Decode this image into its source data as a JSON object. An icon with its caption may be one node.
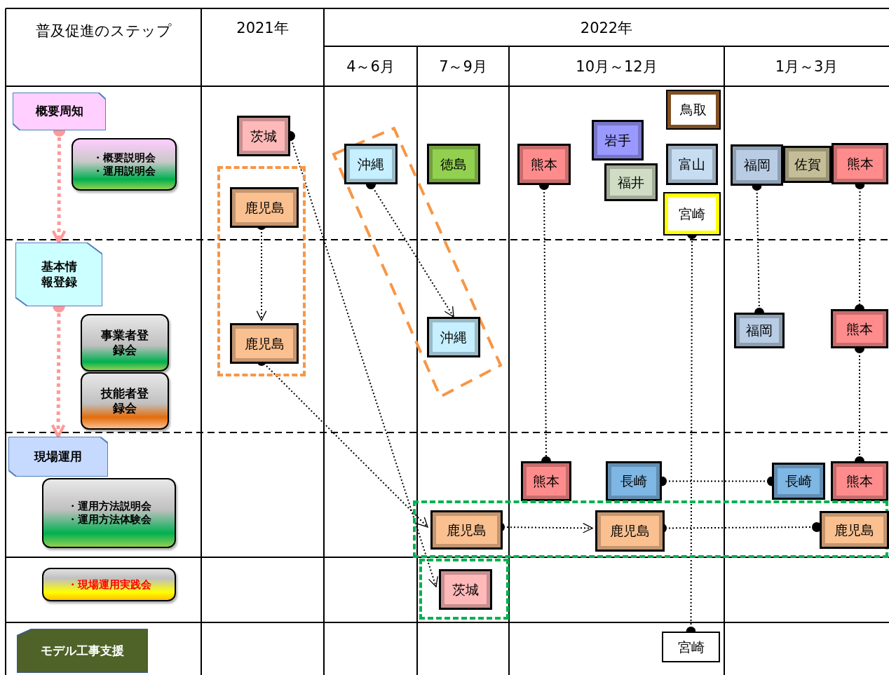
{
  "diagram": {
    "nodes": [
      {
        "text": [
          "概要周知"
        ]
      },
      {
        "text": [
          "・概要説明会",
          "・運用説明会"
        ]
      },
      {
        "text": [
          "基本情報登録"
        ]
      },
      {
        "text": [
          "事業者登録会"
        ]
      },
      {
        "text": [
          "技能者登録会"
        ]
      },
      {
        "text": [
          "現場運用"
        ]
      },
      {
        "text": [
          "・運用方法説明会",
          "・運用方法体験会"
        ]
      },
      {
        "text": [
          "・現場運用実践会"
        ]
      },
      {
        "text": [
          "モデル工事支援"
        ]
      },
      {
        "text": [
          "茨城"
        ]
      },
      {
        "text": [],
        "shape": "box"
      },
      {
        "text": [
          "鹿児島"
        ],
        "in": 10
      },
      {
        "text": [
          "鹿児島"
        ],
        "in": 10
      },
      {
        "text": [
          "沖縄"
        ]
      },
      {
        "text": [
          "徳島"
        ]
      },
      {
        "text": [
          "沖縄"
        ]
      },
      {
        "text": [
          "熊本"
        ]
      },
      {
        "text": [
          "岩手"
        ]
      },
      {
        "text": [
          "福井"
        ]
      },
      {
        "text": [
          "鳥取"
        ]
      },
      {
        "text": [
          "富山"
        ]
      },
      {
        "text": [
          "宮崎"
        ]
      },
      {
        "text": [
          "福岡"
        ]
      },
      {
        "text": [
          "佐賀"
        ]
      },
      {
        "text": [
          "熊本"
        ]
      },
      {
        "text": [
          "福岡"
        ]
      },
      {
        "text": [
          "熊本"
        ]
      },
      {
        "text": [
          "熊本"
        ]
      },
      {
        "text": [
          "長崎"
        ]
      },
      {
        "text": [
          "長崎"
        ]
      },
      {
        "text": [
          "熊本"
        ]
      },
      {
        "text": [],
        "shape": "box"
      },
      {
        "text": [
          "鹿児島"
        ],
        "in": 31
      },
      {
        "text": [
          "鹿児島"
        ],
        "in": 31
      },
      {
        "text": [
          "鹿児島"
        ],
        "in": 31
      },
      {
        "text": [],
        "shape": "box"
      },
      {
        "text": [
          "茨城"
        ],
        "in": 35
      },
      {
        "text": [
          "宮崎"
        ]
      }
    ],
    "edges": [
      {
        "from": 0,
        "to": 2,
        "arrow": "to",
        "style": "dashed",
        "color": "#ff9999"
      },
      {
        "from": 2,
        "to": 5,
        "arrow": "to",
        "style": "dashed",
        "color": "#ff9999"
      },
      {
        "from": 9,
        "to": 36,
        "arrow": "to"
      },
      {
        "from": 11,
        "to": 12,
        "arrow": "to"
      },
      {
        "from": 12,
        "to": 32,
        "arrow": "to"
      },
      {
        "from": 13,
        "to": 15,
        "arrow": "to"
      },
      {
        "from": 16,
        "to": 27,
        "arrow": "other"
      },
      {
        "from": 21,
        "to": 37,
        "arrow": "other"
      },
      {
        "from": 22,
        "to": 25,
        "arrow": "other"
      },
      {
        "from": 24,
        "to": 26,
        "arrow": "other"
      },
      {
        "from": 26,
        "to": 30,
        "arrow": "other"
      },
      {
        "from": 28,
        "to": 29,
        "arrow": "other"
      },
      {
        "from": 32,
        "to": 33,
        "arrow": "to"
      },
      {
        "from": 33,
        "to": 34,
        "arrow": "other"
      }
    ],
    "labels": [
      "普及促進のステップ",
      "2021年",
      "2022年",
      "4～6月",
      "7～9月",
      "10月～12月",
      "1月～3月"
    ]
  }
}
